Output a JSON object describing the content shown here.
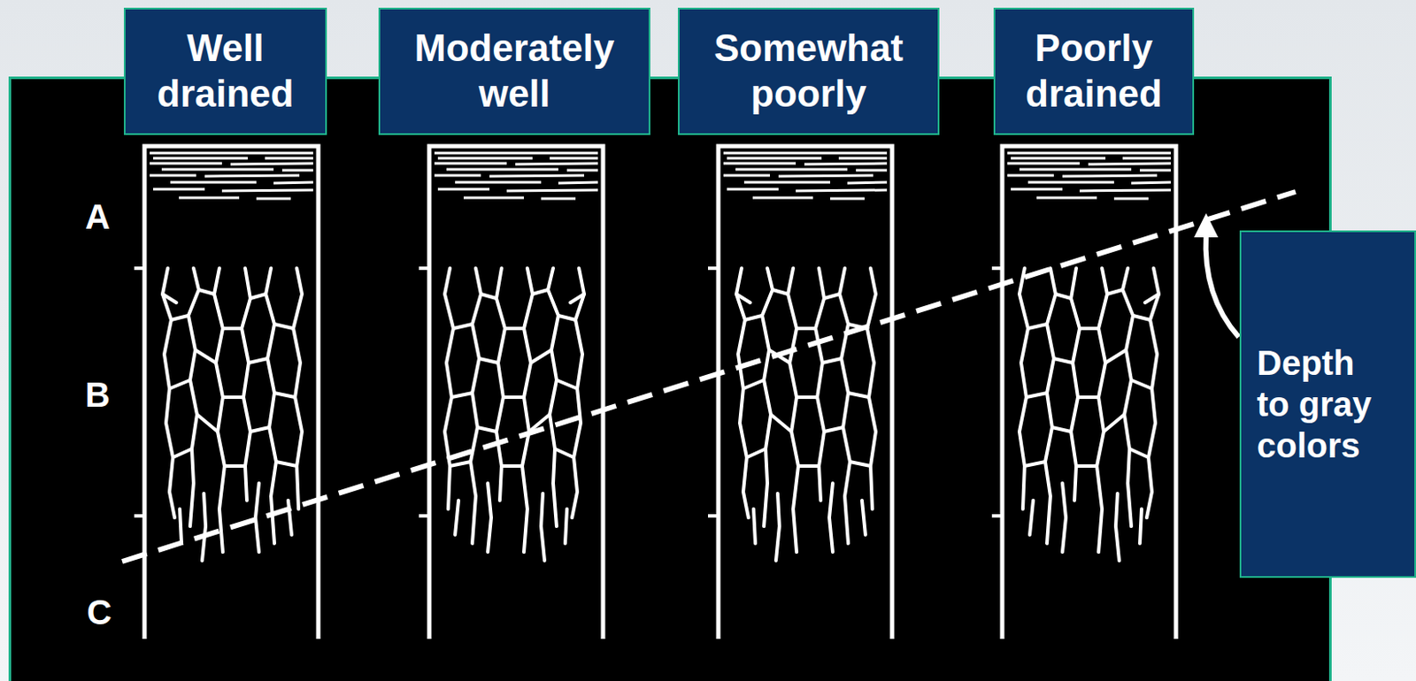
{
  "diagram": {
    "nodes": [
      {
        "text": [
          "Well drained"
        ]
      },
      {
        "text": [
          "Moderately well"
        ]
      },
      {
        "text": [
          "Somewhat poorly"
        ]
      },
      {
        "text": [
          "Poorly drained"
        ]
      },
      {
        "text": [
          "Depth to gray colors"
        ]
      }
    ],
    "labels": [
      "A",
      "B",
      "C"
    ]
  }
}
